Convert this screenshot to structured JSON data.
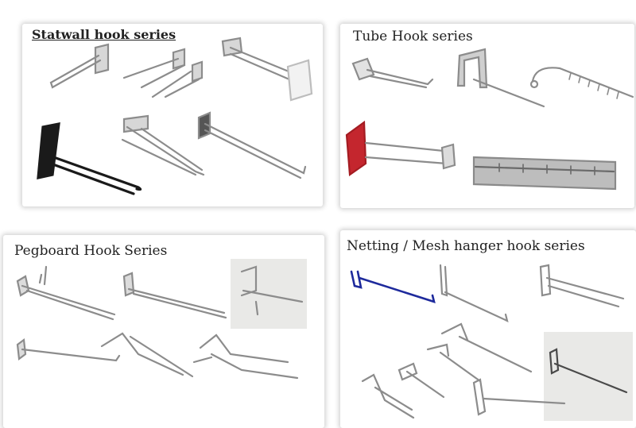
{
  "panels": {
    "statwall": {
      "title": "Statwall hook series"
    },
    "tube": {
      "title": "Tube Hook series"
    },
    "pegboard": {
      "title": "Pegboard Hook Series"
    },
    "netting": {
      "title": "Netting / Mesh hanger hook series"
    }
  },
  "colors": {
    "wire": "#8c8c8c",
    "wire_dark": "#1a1a1a",
    "wire_blue": "#1e2a9c",
    "sign_red": "#c4262e",
    "photo_bg": "#e9e9e7"
  }
}
